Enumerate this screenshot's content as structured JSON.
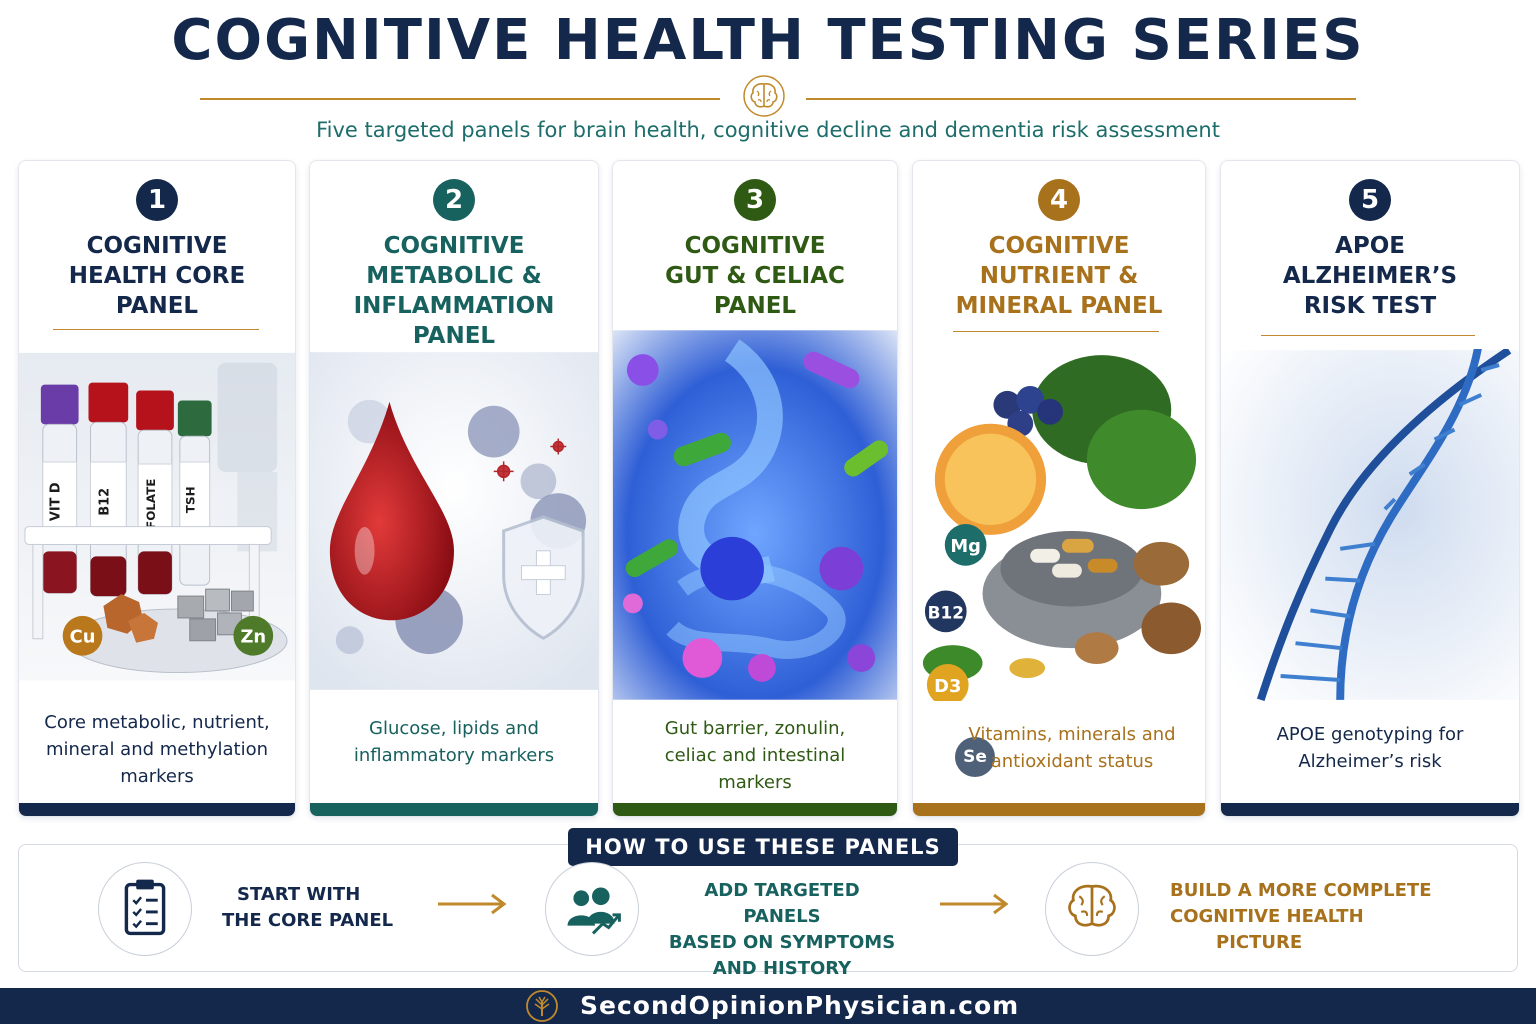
{
  "header": {
    "title": "COGNITIVE HEALTH TESTING SERIES",
    "subtitle": "Five targeted panels for brain health, cognitive decline and dementia risk assessment",
    "icon": "brain-icon"
  },
  "colors": {
    "navy": "#14284b",
    "teal": "#17615f",
    "green": "#2f5a14",
    "gold": "#a8711c",
    "accent_line": "#c08a2c"
  },
  "panels": [
    {
      "number": "1",
      "title_lines": [
        "COGNITIVE",
        "HEALTH CORE",
        "PANEL"
      ],
      "description_lines": [
        "Core metabolic, nutrient,",
        "mineral and methylation",
        "markers"
      ],
      "tube_labels": [
        "VIT D",
        "B12",
        "FOLATE",
        "TSH"
      ],
      "mineral_badges": [
        "Cu",
        "Zn"
      ],
      "color": "#14284b"
    },
    {
      "number": "2",
      "title_lines": [
        "COGNITIVE",
        "METABOLIC &",
        "INFLAMMATION",
        "PANEL"
      ],
      "description_lines": [
        "Glucose, lipids and",
        "inflammatory markers"
      ],
      "color": "#17615f"
    },
    {
      "number": "3",
      "title_lines": [
        "COGNITIVE",
        "GUT & CELIAC",
        "PANEL"
      ],
      "description_lines": [
        "Gut barrier, zonulin,",
        "celiac and intestinal",
        "markers"
      ],
      "color": "#2f5a14"
    },
    {
      "number": "4",
      "title_lines": [
        "COGNITIVE",
        "NUTRIENT &",
        "MINERAL PANEL"
      ],
      "description_lines": [
        "Vitamins, minerals and",
        "antioxidant status"
      ],
      "nutrient_badges": [
        "Mg",
        "B12",
        "D3",
        "Se"
      ],
      "color": "#a8711c"
    },
    {
      "number": "5",
      "title_lines": [
        "APOE",
        "ALZHEIMER’S",
        "RISK TEST"
      ],
      "description_lines": [
        "APOE genotyping for",
        "Alzheimer’s risk"
      ],
      "color": "#14284b"
    }
  ],
  "how_to_use": {
    "label": "HOW TO USE THESE PANELS",
    "steps": [
      {
        "lines": [
          "START WITH",
          "THE CORE PANEL"
        ],
        "icon": "clipboard-checklist-icon",
        "color": "#14284b"
      },
      {
        "lines": [
          "ADD TARGETED PANELS",
          "BASED ON SYMPTOMS",
          "AND HISTORY"
        ],
        "icon": "people-growth-icon",
        "color": "#17615f"
      },
      {
        "lines": [
          "BUILD A MORE COMPLETE",
          "COGNITIVE HEALTH",
          "PICTURE"
        ],
        "icon": "brain-icon",
        "color": "#a8711c"
      }
    ]
  },
  "footer": {
    "site": "SecondOpinionPhysician.com",
    "icon": "tree-logo-icon"
  }
}
